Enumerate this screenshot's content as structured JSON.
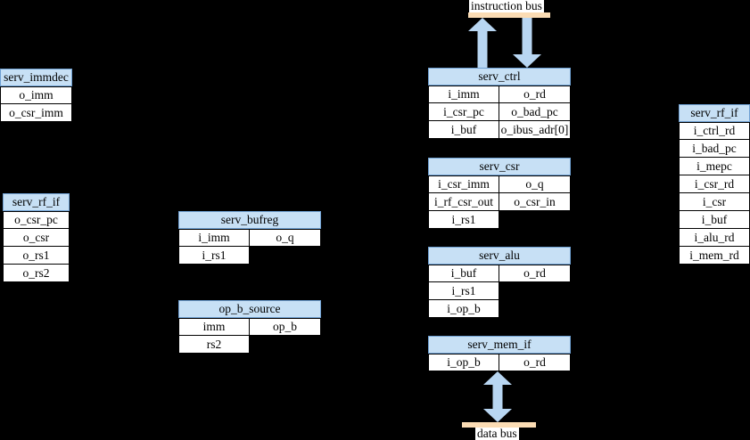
{
  "canvas": {
    "background": "#000000"
  },
  "colors": {
    "module_header_fill": "#c7e0f5",
    "module_header_border": "#6fa0d2",
    "cell_fill": "#ffffff",
    "cell_border": "#000000",
    "arrow_fill": "#b8d6f2",
    "bus_bar_fill": "#fbdcb4",
    "bus_label_bg": "#ffffff",
    "text": "#000000"
  },
  "buses": {
    "instruction": {
      "label": "instruction bus"
    },
    "data": {
      "label": "data bus"
    }
  },
  "modules": {
    "serv_immdec": {
      "title": "serv_immdec",
      "ports": [
        [
          "o_imm"
        ],
        [
          "o_csr_imm"
        ]
      ]
    },
    "serv_rf_if_left": {
      "title": "serv_rf_if",
      "ports": [
        [
          "o_csr_pc"
        ],
        [
          "o_csr"
        ],
        [
          "o_rs1"
        ],
        [
          "o_rs2"
        ]
      ]
    },
    "serv_bufreg": {
      "title": "serv_bufreg",
      "ports": [
        [
          "i_imm",
          "o_q"
        ],
        [
          "i_rs1"
        ]
      ]
    },
    "op_b_source": {
      "title": "op_b_source",
      "ports": [
        [
          "imm",
          "op_b"
        ],
        [
          "rs2"
        ]
      ]
    },
    "serv_ctrl": {
      "title": "serv_ctrl",
      "ports": [
        [
          "i_imm",
          "o_rd"
        ],
        [
          "i_csr_pc",
          "o_bad_pc"
        ],
        [
          "i_buf",
          "o_ibus_adr[0]"
        ]
      ]
    },
    "serv_csr": {
      "title": "serv_csr",
      "ports": [
        [
          "i_csr_imm",
          "o_q"
        ],
        [
          "i_rf_csr_out",
          "o_csr_in"
        ],
        [
          "i_rs1"
        ]
      ]
    },
    "serv_alu": {
      "title": "serv_alu",
      "ports": [
        [
          "i_buf",
          "o_rd"
        ],
        [
          "i_rs1"
        ],
        [
          "i_op_b"
        ]
      ]
    },
    "serv_mem_if": {
      "title": "serv_mem_if",
      "ports": [
        [
          "i_op_b",
          "o_rd"
        ]
      ]
    },
    "serv_rf_if_right": {
      "title": "serv_rf_if",
      "ports": [
        [
          "i_ctrl_rd"
        ],
        [
          "i_bad_pc"
        ],
        [
          "i_mepc"
        ],
        [
          "i_csr_rd"
        ],
        [
          "i_csr"
        ],
        [
          "i_buf"
        ],
        [
          "i_alu_rd"
        ],
        [
          "i_mem_rd"
        ]
      ]
    }
  }
}
